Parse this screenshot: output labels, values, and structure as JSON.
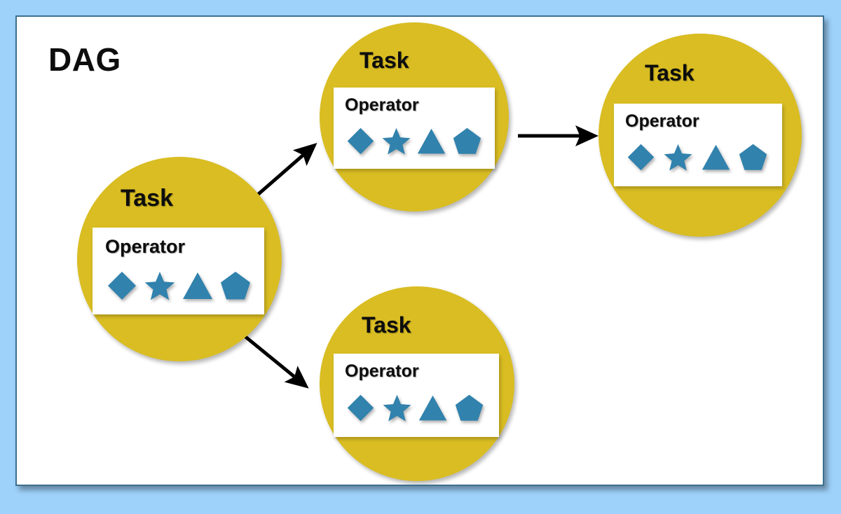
{
  "diagram": {
    "title": "DAG",
    "frame_color": "#9ed2fb",
    "paper_color": "#ffffff",
    "node_color": "#d9bd22",
    "operator_box_color": "#ffffff",
    "shape_color": "#3182ad",
    "arrow_color": "#000000"
  },
  "nodes": [
    {
      "id": "left",
      "task_label": "Task",
      "operator_label": "Operator",
      "shapes": [
        "diamond",
        "star",
        "triangle",
        "pentagon"
      ]
    },
    {
      "id": "top-middle",
      "task_label": "Task",
      "operator_label": "Operator",
      "shapes": [
        "diamond",
        "star",
        "triangle",
        "pentagon"
      ]
    },
    {
      "id": "top-right",
      "task_label": "Task",
      "operator_label": "Operator",
      "shapes": [
        "diamond",
        "star",
        "triangle",
        "pentagon"
      ]
    },
    {
      "id": "bottom-middle",
      "task_label": "Task",
      "operator_label": "Operator",
      "shapes": [
        "diamond",
        "star",
        "triangle",
        "pentagon"
      ]
    }
  ],
  "edges": [
    {
      "id": "left-to-top-middle",
      "from": "left",
      "to": "top-middle"
    },
    {
      "id": "left-to-bottom-middle",
      "from": "left",
      "to": "bottom-middle"
    },
    {
      "id": "top-middle-to-top-right",
      "from": "top-middle",
      "to": "top-right"
    }
  ]
}
